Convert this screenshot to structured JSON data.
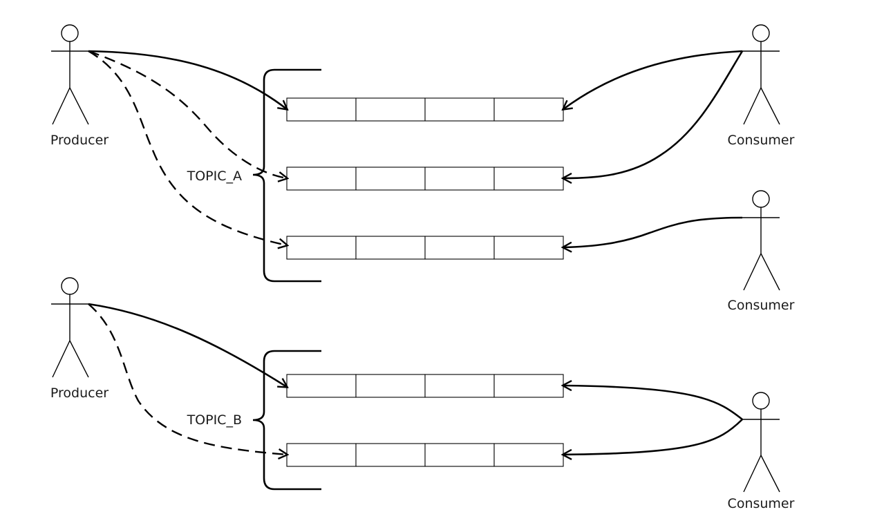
{
  "actors": {
    "producer_a": "Producer",
    "producer_b": "Producer",
    "consumer_1": "Consumer",
    "consumer_2": "Consumer",
    "consumer_3": "Consumer"
  },
  "topics": {
    "topic_a": {
      "label": "TOPIC_A",
      "partition_count": 3,
      "cells_per_partition": 4
    },
    "topic_b": {
      "label": "TOPIC_B",
      "partition_count": 2,
      "cells_per_partition": 4
    }
  }
}
